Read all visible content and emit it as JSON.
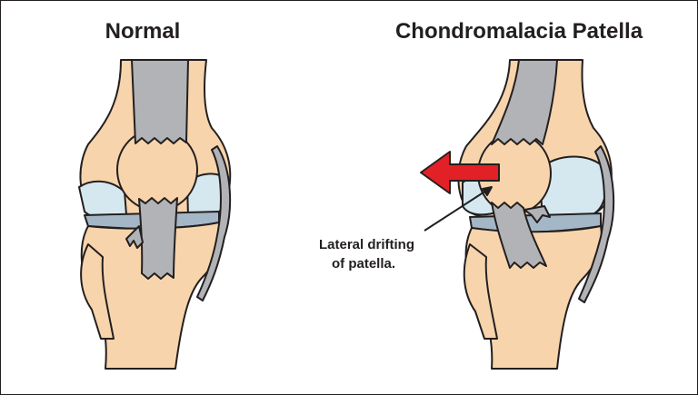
{
  "titles": {
    "normal": "Normal",
    "condition": "Chondromalacia Patella"
  },
  "annotation": {
    "line1": "Lateral drifting",
    "line2": "of patella."
  },
  "colors": {
    "bone": "#f7d4ab",
    "cartilage": "#d5e8ef",
    "tendon": "#b1b3b6",
    "meniscus": "#a4b7c6",
    "outline": "#231f20",
    "arrow": "#e22126",
    "background": "#ffffff"
  },
  "icons": {
    "drift_arrow": "left-arrow-icon"
  }
}
